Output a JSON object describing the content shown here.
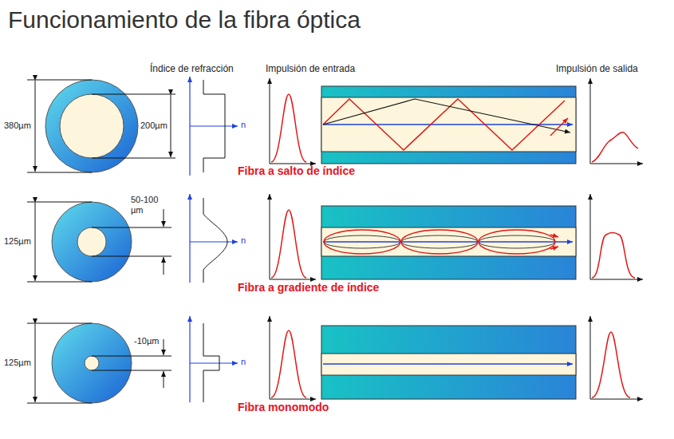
{
  "diagram": {
    "title": "Funcionamiento de la fibra óptica",
    "labels": [
      "Índice de refracción",
      "Impulsión de entrada",
      "Impulsión de salida",
      "380µm",
      "200µm",
      "n",
      "Fibra a salto de índice",
      "125µm",
      "50-100 µm",
      "n",
      "Fibra a gradiente de índice",
      "125µm",
      "-10µm",
      "n",
      "Fibra monomodo"
    ]
  }
}
